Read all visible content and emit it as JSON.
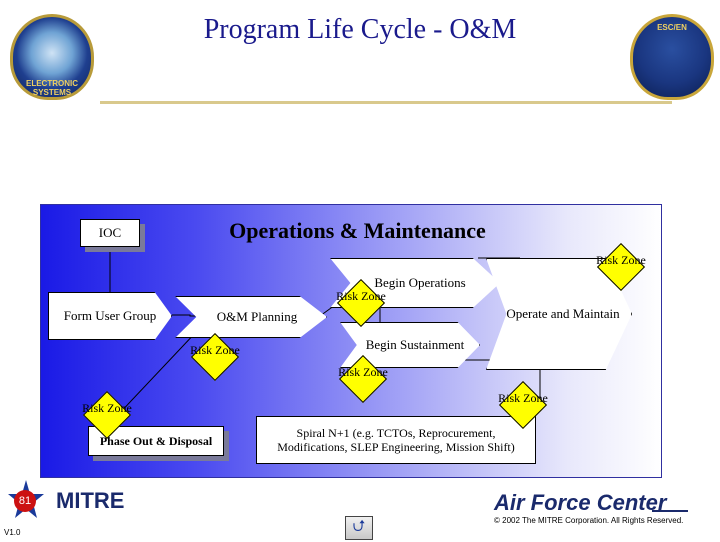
{
  "slide": {
    "title": "Program Life Cycle - O&M",
    "version": "V1.0",
    "slide_number": "81",
    "copyright": "© 2002 The MITRE Corporation. All Rights Reserved.",
    "left_logo_text": "MITRE",
    "right_logo_text": "Air Force Center",
    "left_seal_text": "ELECTRONIC SYSTEMS",
    "right_seal_text": "ESC/EN",
    "nav_icon": "return-arrow-icon"
  },
  "diagram": {
    "title": "Operations & Maintenance",
    "boxes": {
      "ioc": "IOC",
      "form_user_group": "Form User Group",
      "om_planning": "O&M Planning",
      "begin_operations": "Begin Operations",
      "begin_sustainment": "Begin Sustainment",
      "operate_maintain": "Operate and Maintain",
      "phase_out": "Phase Out & Disposal",
      "spiral": "Spiral N+1 (e.g. TCTOs, Reprocurement, Modifications, SLEP Engineering, Mission Shift)"
    },
    "risk_label": "Risk Zone",
    "risk_color": "#ffff00"
  }
}
